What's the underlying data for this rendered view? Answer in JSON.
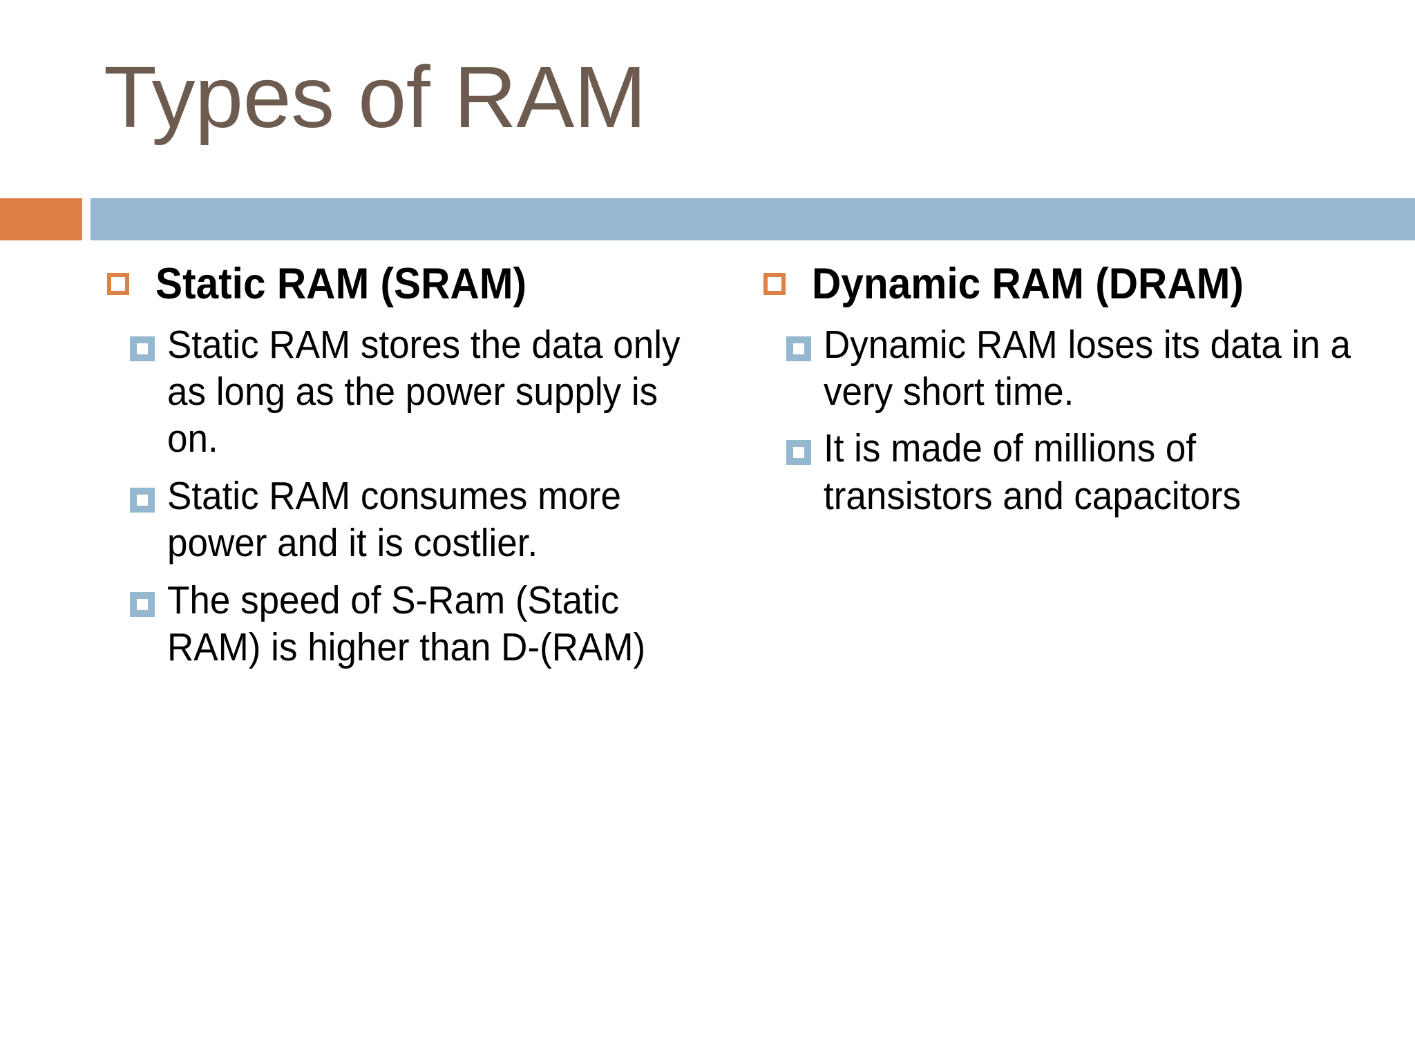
{
  "slide": {
    "title": "Types of RAM",
    "theme": {
      "title_color": "#6E5B50",
      "accent_orange": "#DD8244",
      "accent_blue": "#95B7D0",
      "body_text_color": "#000000",
      "background": "#FFFFFF"
    },
    "columns": [
      {
        "heading": "Static RAM (SRAM)",
        "bullet_icon": "square-outline-orange-icon",
        "sub_bullet_icon": "square-filled-blue-icon",
        "points": [
          "Static RAM stores the data only as long as the power supply is on.",
          "Static RAM consumes more power and it is costlier.",
          "The speed of S-Ram (Static RAM) is higher than D-(RAM)"
        ]
      },
      {
        "heading": "Dynamic RAM (DRAM)",
        "bullet_icon": "square-outline-orange-icon",
        "sub_bullet_icon": "square-filled-blue-icon",
        "points": [
          "Dynamic RAM loses its data in a very short time.",
          "It is made of millions of transistors and capacitors"
        ]
      }
    ]
  }
}
